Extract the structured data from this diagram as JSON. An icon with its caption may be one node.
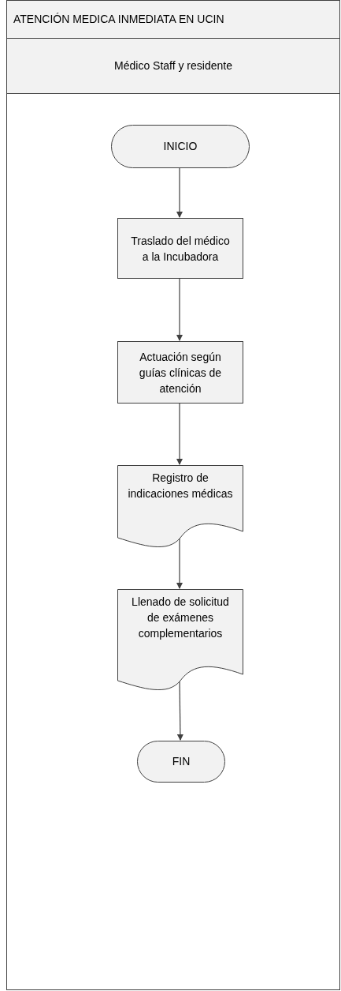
{
  "diagram": {
    "nodes": [
      {
        "text": [
          "ATENCIÓN MEDICA INMEDIATA EN UCIN"
        ]
      },
      {
        "text": [
          "Médico Staff y residente"
        ],
        "in": 0
      },
      {
        "text": [
          "INICIO"
        ],
        "in": 1
      },
      {
        "text": [
          "Traslado del médico a la Incubadora"
        ],
        "in": 1
      },
      {
        "text": [
          "Actuación según guías clínicas de atención"
        ],
        "in": 1
      },
      {
        "text": [
          "Registro de indicaciones médicas"
        ],
        "in": 1
      },
      {
        "text": [
          "Llenado de solicitud de exámenes complementarios"
        ],
        "in": 1
      },
      {
        "text": [
          "FIN"
        ],
        "in": 1
      }
    ],
    "edges": [
      {
        "from": 2,
        "to": 3,
        "arrow": "to"
      },
      {
        "from": 3,
        "to": 4,
        "arrow": "to"
      },
      {
        "from": 4,
        "to": 5,
        "arrow": "to"
      },
      {
        "from": 5,
        "to": 6,
        "arrow": "to"
      },
      {
        "from": 6,
        "to": 7,
        "arrow": "to"
      }
    ]
  }
}
